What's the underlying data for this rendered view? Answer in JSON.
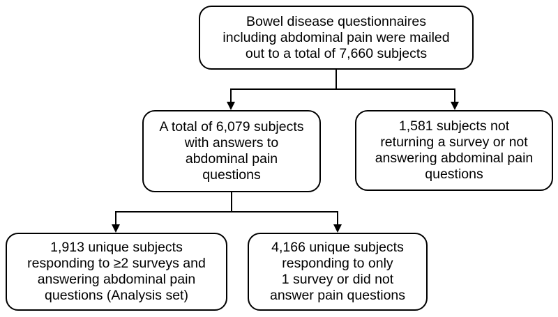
{
  "diagram": {
    "nodes": {
      "root": {
        "lines": [
          "Bowel disease questionnaires",
          "including abdominal pain were mailed",
          "out to a total of 7,660 subjects"
        ]
      },
      "answer": {
        "lines": [
          "A total of 6,079 subjects",
          "with answers to",
          "abdominal pain",
          "questions"
        ]
      },
      "nonresponse": {
        "lines": [
          "1,581 subjects not",
          "returning a survey or not",
          "answering abdominal pain",
          "questions"
        ]
      },
      "analysis": {
        "lines": [
          "1,913 unique subjects",
          "responding to ≥2 surveys and",
          "answering abdominal pain",
          "questions (Analysis set)"
        ]
      },
      "single": {
        "lines": [
          "4,166 unique subjects",
          "responding to only",
          "1 survey or did not",
          "answer pain questions"
        ]
      }
    },
    "edges": [
      {
        "from": "root",
        "to": "answer"
      },
      {
        "from": "root",
        "to": "nonresponse"
      },
      {
        "from": "answer",
        "to": "analysis"
      },
      {
        "from": "answer",
        "to": "single"
      }
    ],
    "colors": {
      "stroke": "#000000",
      "fill": "#ffffff",
      "text": "#000000"
    }
  }
}
